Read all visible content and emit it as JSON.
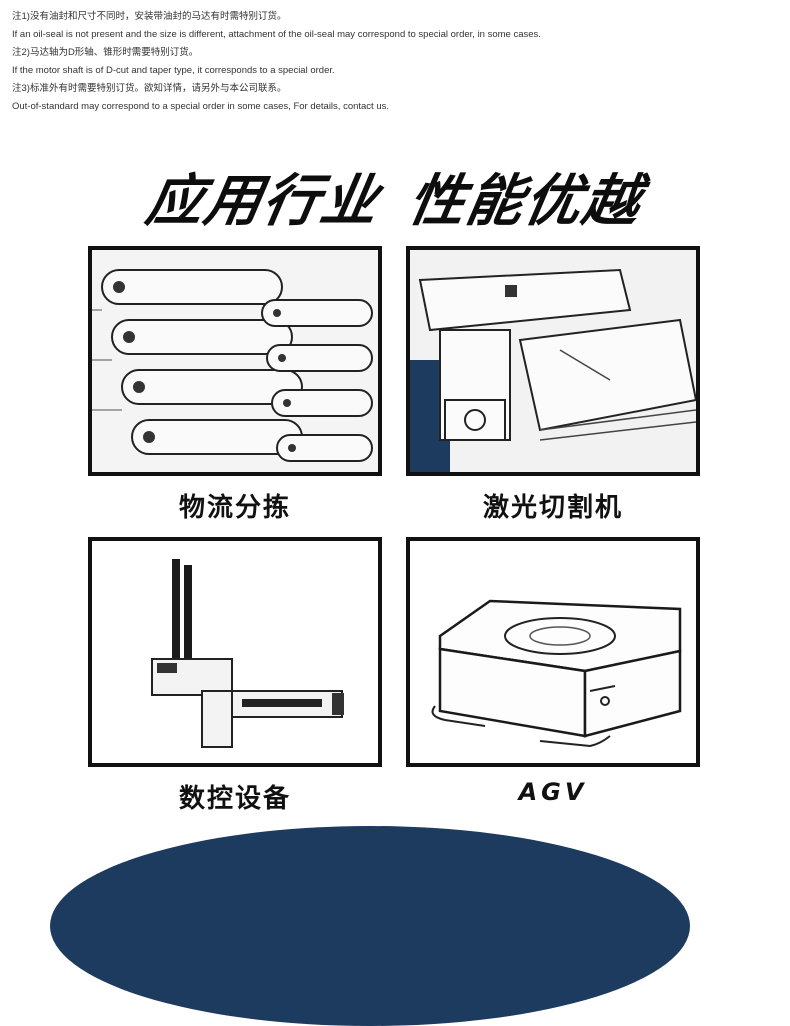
{
  "notes": [
    "注1)没有油封和尺寸不同时，安装带油封的马达有时需特别订货。",
    "If an oil-seal is not present and the size is different, attachment of the oil-seal may correspond to special order, in some cases.",
    "注2)马达轴为D形轴、锥形时需要特别订货。",
    "If the motor shaft is of D-cut and taper type, it corresponds to a special order.",
    "注3)标准外有时需要特别订货。欲知详情，请另外与本公司联系。",
    "Out-of-standard may correspond to a special order in some cases, For details, contact us."
  ],
  "heading": {
    "left": "应用行业",
    "right": "性能优越"
  },
  "applications": [
    {
      "caption": "物流分拣",
      "icon": "conveyor-sorting-image"
    },
    {
      "caption": "激光切割机",
      "icon": "laser-cutter-image"
    },
    {
      "caption": "数控设备",
      "icon": "cnc-manipulator-image"
    },
    {
      "caption": "AGV",
      "icon": "agv-robot-image"
    }
  ],
  "colors": {
    "frame": "#111111",
    "arc": "#1d3a5f"
  }
}
